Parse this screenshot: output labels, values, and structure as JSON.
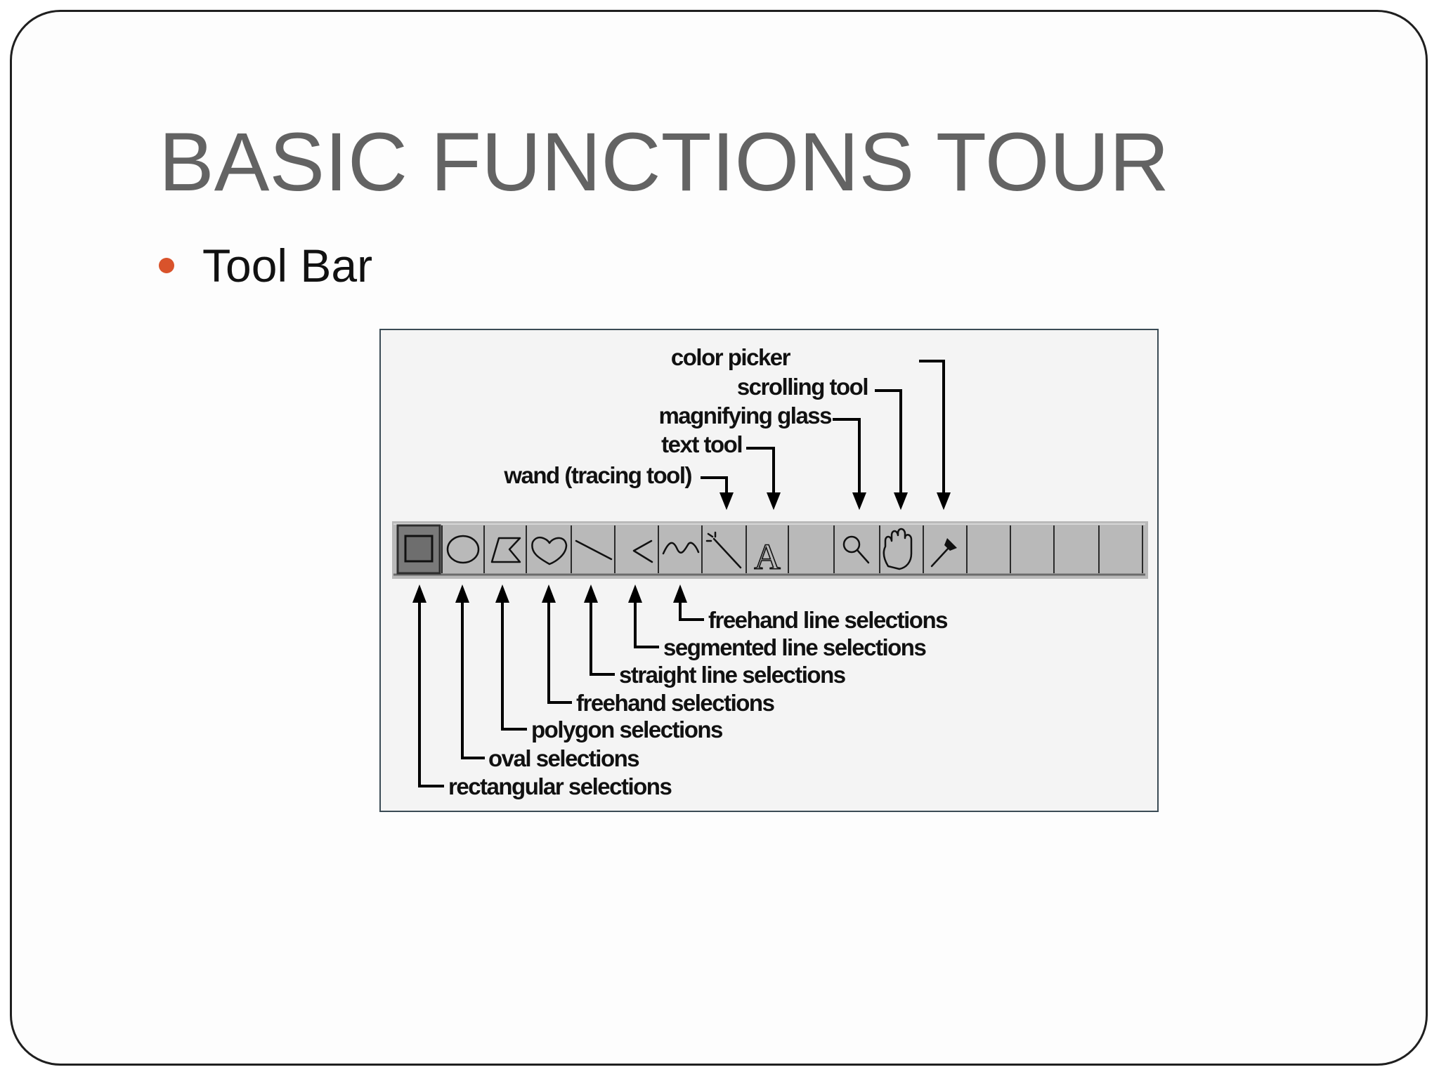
{
  "slide": {
    "title": "BASIC FUNCTIONS TOUR",
    "bullet": "Tool Bar"
  },
  "figure": {
    "top_labels": {
      "color_picker": "color picker",
      "scrolling_tool": "scrolling tool",
      "magnifying_glass": "magnifying glass",
      "text_tool": "text tool",
      "wand": "wand (tracing tool)"
    },
    "bottom_labels": {
      "freehand_line": "freehand line selections",
      "segmented_line": "segmented line selections",
      "straight_line": "straight line selections",
      "freehand": "freehand selections",
      "polygon": "polygon selections",
      "oval": "oval selections",
      "rectangular": "rectangular selections"
    },
    "text_tool_glyph": "A",
    "colors": {
      "toolbar": "#b9b9b9",
      "accent_bullet": "#d9532b",
      "title": "#636363"
    }
  }
}
